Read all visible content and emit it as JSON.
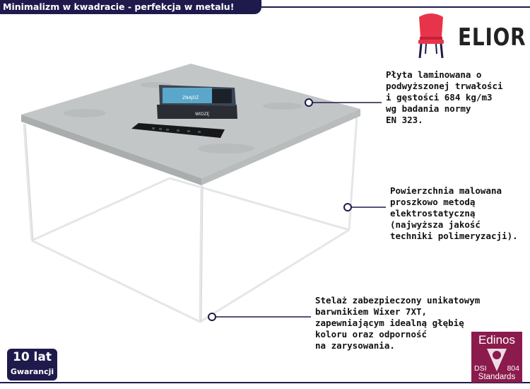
{
  "banner": {
    "text": "Minimalizm w kwadracie - perfekcja w metalu!"
  },
  "logo": {
    "brand": "ELIOR",
    "icon": "chair-icon"
  },
  "callouts": [
    {
      "text": "Płyta laminowana o\npodwyższonej trwałości\ni gęstości 684 kg/m3\nwg badania normy\nEN 323."
    },
    {
      "text": "Powierzchnia malowana\nproszkowo metodą\nelektrostatyczną\n(najwyższa jakość\ntechniki polimeryzacji)."
    },
    {
      "text": "Stelaż zabezpieczony unikatowym\nbarwnikiem Wixer 7XT,\nzapewniającym idealną głębię\nkoloru oraz odporność\nna zarysowania."
    }
  ],
  "warranty": {
    "years": "10 lat",
    "label": "Gwarancji"
  },
  "edinos": {
    "title": "Edinos",
    "dsi": "DSI",
    "number": "804",
    "standards": "Standards"
  },
  "book_labels": [
    "ZNAJDŹ",
    "WIDZĘ"
  ],
  "colors": {
    "navy": "#1e1a4c",
    "edinos": "#8b1b4c",
    "chair_red": "#e8344a",
    "concrete": "#c4c7c8",
    "frame": "#ffffff"
  }
}
